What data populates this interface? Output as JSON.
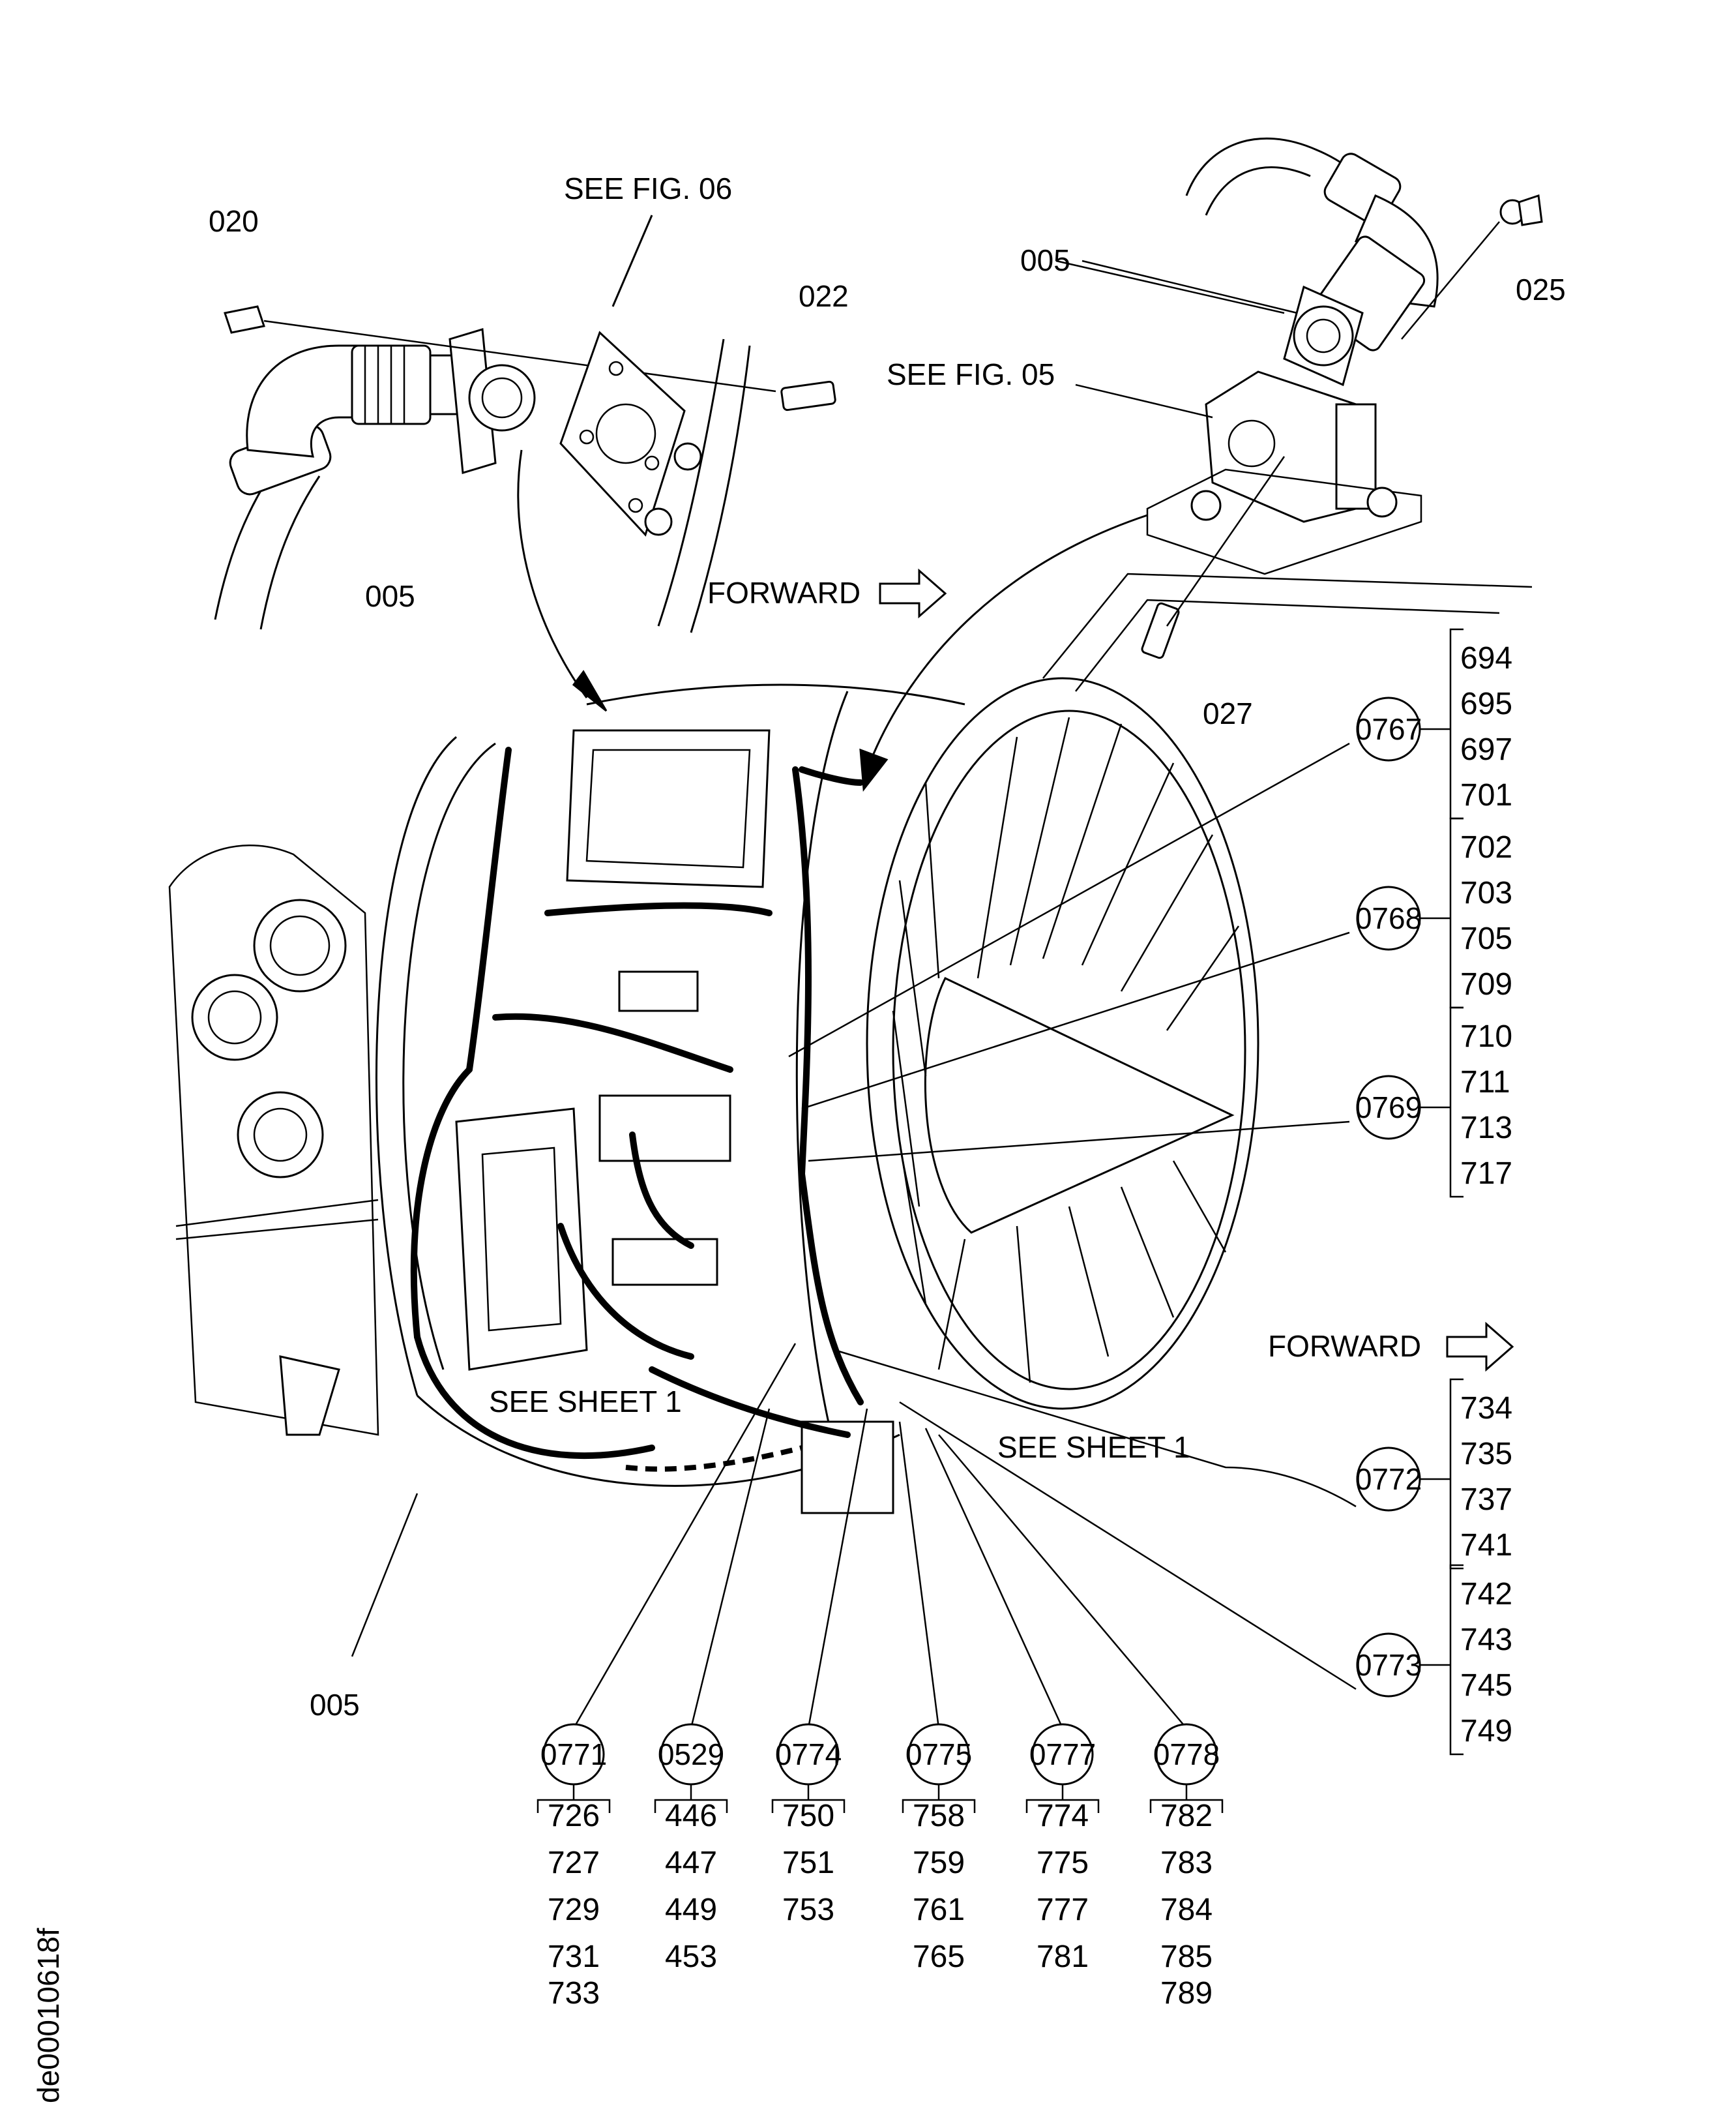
{
  "labels": {
    "part_020": "020",
    "part_005_left": "005",
    "see_fig_06": "SEE FIG. 06",
    "part_022": "022",
    "part_005_right": "005",
    "see_fig_05": "SEE FIG. 05",
    "part_025": "025",
    "forward_top": "FORWARD",
    "part_027": "027",
    "forward_right": "FORWARD",
    "see_sheet_1_left": "SEE SHEET 1",
    "see_sheet_1_right": "SEE SHEET 1",
    "part_005_bottom": "005",
    "drawing_id": "de00010618f"
  },
  "right_groups": [
    {
      "id": "0767",
      "items": [
        "694",
        "695",
        "697",
        "701"
      ]
    },
    {
      "id": "0768",
      "items": [
        "702",
        "703",
        "705",
        "709"
      ]
    },
    {
      "id": "0769",
      "items": [
        "710",
        "711",
        "713",
        "717"
      ]
    },
    {
      "id": "0772",
      "items": [
        "734",
        "735",
        "737",
        "741"
      ]
    },
    {
      "id": "0773",
      "items": [
        "742",
        "743",
        "745",
        "749"
      ]
    }
  ],
  "bottom_groups": [
    {
      "id": "0771",
      "items": [
        "726",
        "727",
        "729",
        "731",
        "733"
      ]
    },
    {
      "id": "0529",
      "items": [
        "446",
        "447",
        "449",
        "453"
      ]
    },
    {
      "id": "0774",
      "items": [
        "750",
        "751",
        "753"
      ]
    },
    {
      "id": "0775",
      "items": [
        "758",
        "759",
        "761",
        "765"
      ]
    },
    {
      "id": "0777",
      "items": [
        "774",
        "775",
        "777",
        "781"
      ]
    },
    {
      "id": "0778",
      "items": [
        "782",
        "783",
        "784",
        "785",
        "789"
      ]
    }
  ]
}
